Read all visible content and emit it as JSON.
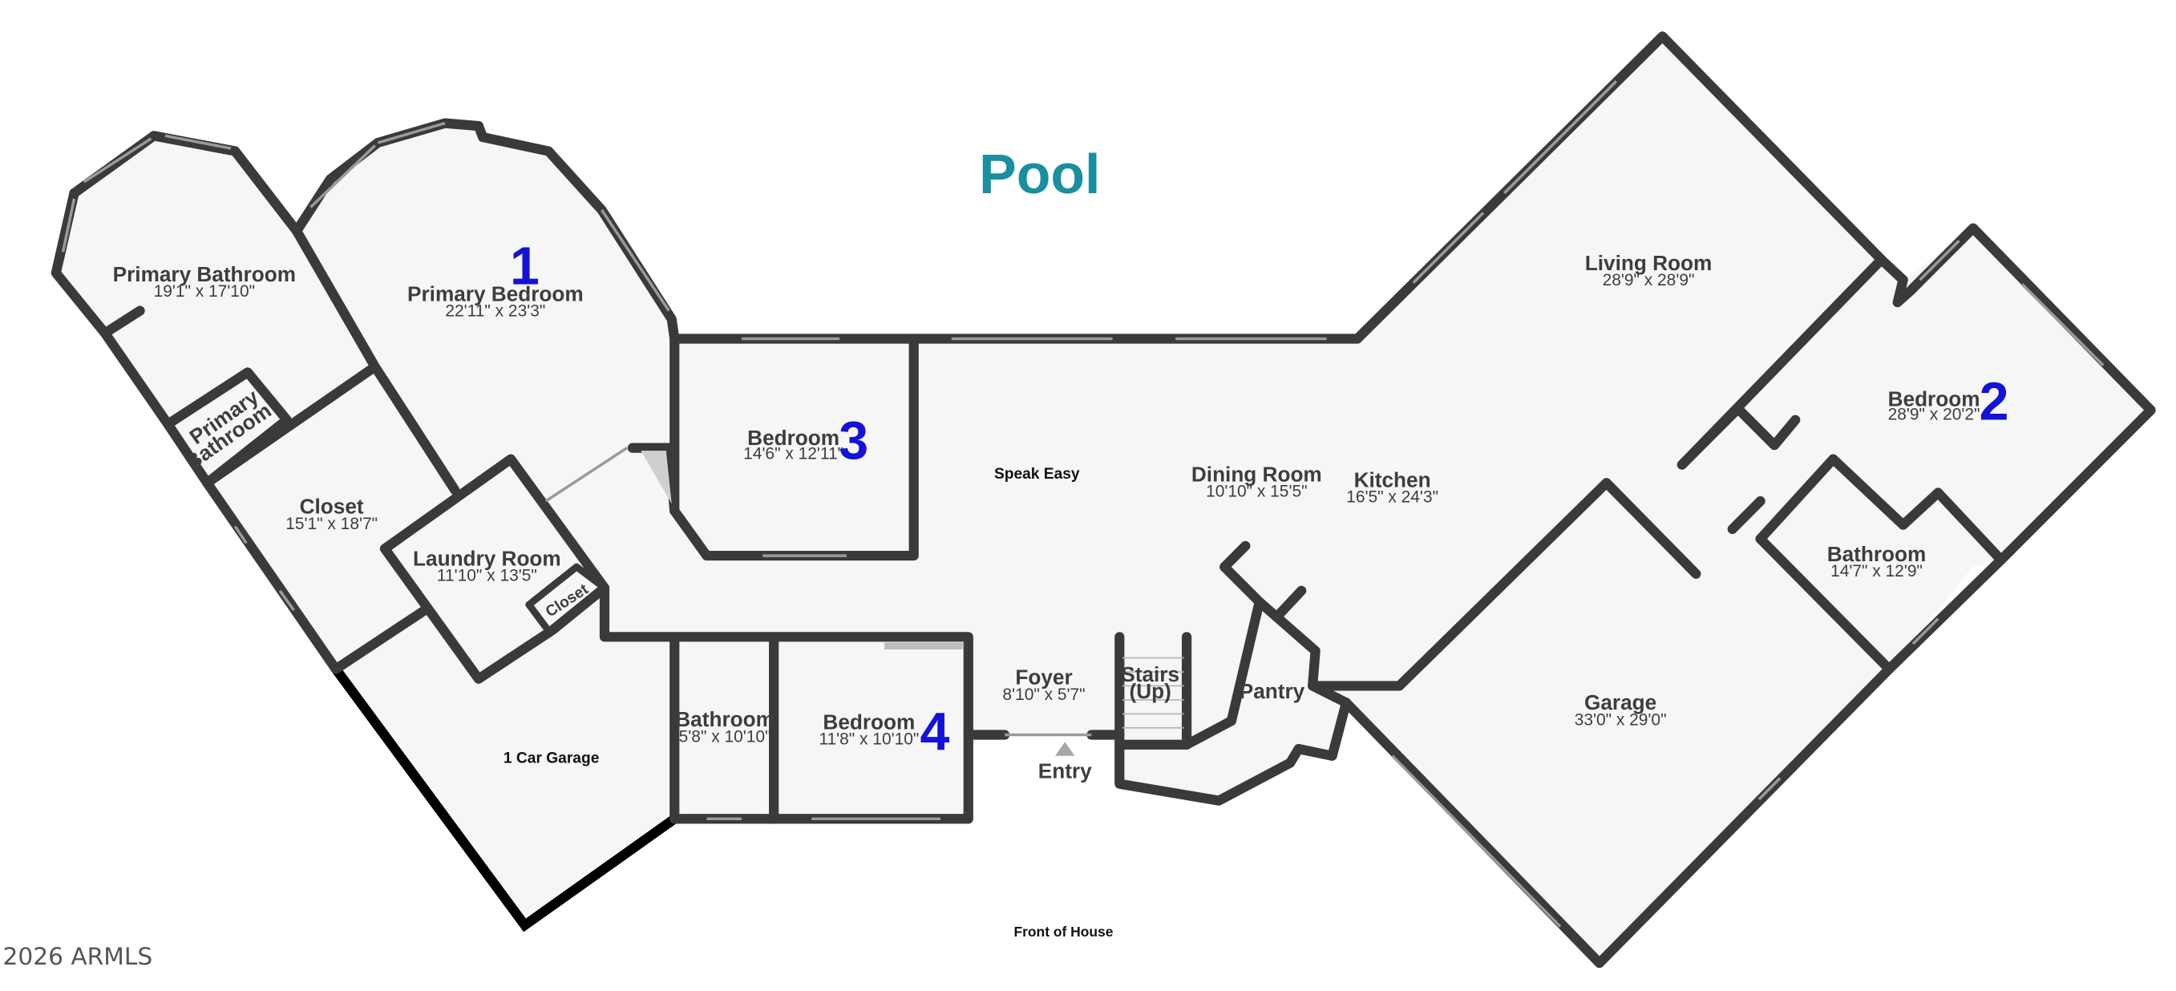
{
  "outdoor_labels": {
    "pool": "Pool",
    "front_of_house": "Front of House",
    "entry": "Entry",
    "speak_easy": "Speak Easy",
    "one_car_garage": "1 Car Garage"
  },
  "bedroom_numbers": [
    "1",
    "2",
    "3",
    "4"
  ],
  "rooms": {
    "primary_bathroom": {
      "name": "Primary Bathroom",
      "dims": "19'1\" x 17'10\""
    },
    "primary_bathroom_small": {
      "name_line1": "Primary",
      "name_line2": "Bathroom"
    },
    "primary_bedroom": {
      "name": "Primary Bedroom",
      "dims": "22'11\" x 23'3\""
    },
    "closet": {
      "name": "Closet",
      "dims": "15'1\" x 18'7\""
    },
    "laundry_room": {
      "name": "Laundry Room",
      "dims": "11'10\" x 13'5\""
    },
    "laundry_closet": {
      "name": "Closet"
    },
    "bedroom_3": {
      "name": "Bedroom",
      "dims": "14'6\" x 12'11\""
    },
    "bathroom_front": {
      "name": "Bathroom",
      "dims": "5'8\" x 10'10\""
    },
    "bedroom_4": {
      "name": "Bedroom",
      "dims": "11'8\" x 10'10\""
    },
    "foyer": {
      "name": "Foyer",
      "dims": "8'10\" x 5'7\""
    },
    "stairs": {
      "name_line1": "Stairs",
      "name_line2": "(Up)"
    },
    "pantry": {
      "name": "Pantry"
    },
    "dining_room": {
      "name": "Dining Room",
      "dims": "10'10\" x 15'5\""
    },
    "kitchen": {
      "name": "Kitchen",
      "dims": "16'5\" x 24'3\""
    },
    "living_room": {
      "name": "Living Room",
      "dims": "28'9\" x 28'9\""
    },
    "bedroom_2": {
      "name": "Bedroom",
      "dims": "28'9\" x 20'2\""
    },
    "bathroom_east": {
      "name": "Bathroom",
      "dims": "14'7\" x 12'9\""
    },
    "garage": {
      "name": "Garage",
      "dims": "33'0\" x 29'0\""
    }
  },
  "watermark": "2026 ARMLS",
  "colors": {
    "wall": "#3a3a3a",
    "floor": "#f6f6f6",
    "bedroom_number": "#1212d8",
    "pool_label": "#1a8fa0"
  }
}
